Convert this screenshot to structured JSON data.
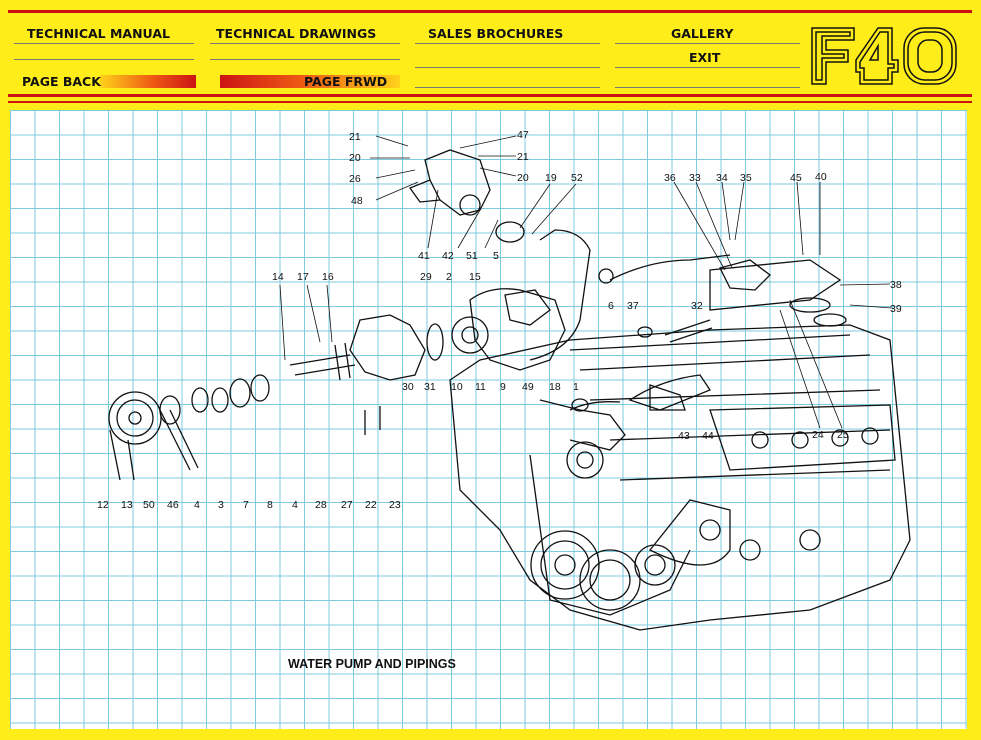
{
  "nav": {
    "technical_manual": "TECHNICAL MANUAL",
    "technical_drawings": "TECHNICAL DRAWINGS",
    "sales_brochures": "SALES BROCHURES",
    "gallery": "GALLERY",
    "exit": "EXIT",
    "page_back": "PAGE BACK",
    "page_forward": "PAGE FRWD"
  },
  "logo": {
    "text": "F40"
  },
  "diagram": {
    "caption": "WATER PUMP AND PIPINGS",
    "callouts": [
      "21",
      "47",
      "20",
      "21",
      "26",
      "20",
      "48",
      "19",
      "52",
      "41",
      "42",
      "51",
      "5",
      "14",
      "17",
      "16",
      "29",
      "2",
      "15",
      "6",
      "37",
      "32",
      "36",
      "33",
      "34",
      "35",
      "45",
      "40",
      "38",
      "39",
      "30",
      "31",
      "10",
      "11",
      "9",
      "49",
      "18",
      "1",
      "43",
      "44",
      "24",
      "25",
      "12",
      "13",
      "50",
      "46",
      "4",
      "3",
      "7",
      "8",
      "4",
      "28",
      "27",
      "22",
      "23"
    ]
  },
  "colors": {
    "background": "#ffed1a",
    "accent_red": "#cc1111",
    "grid": "#7ecbe0"
  }
}
